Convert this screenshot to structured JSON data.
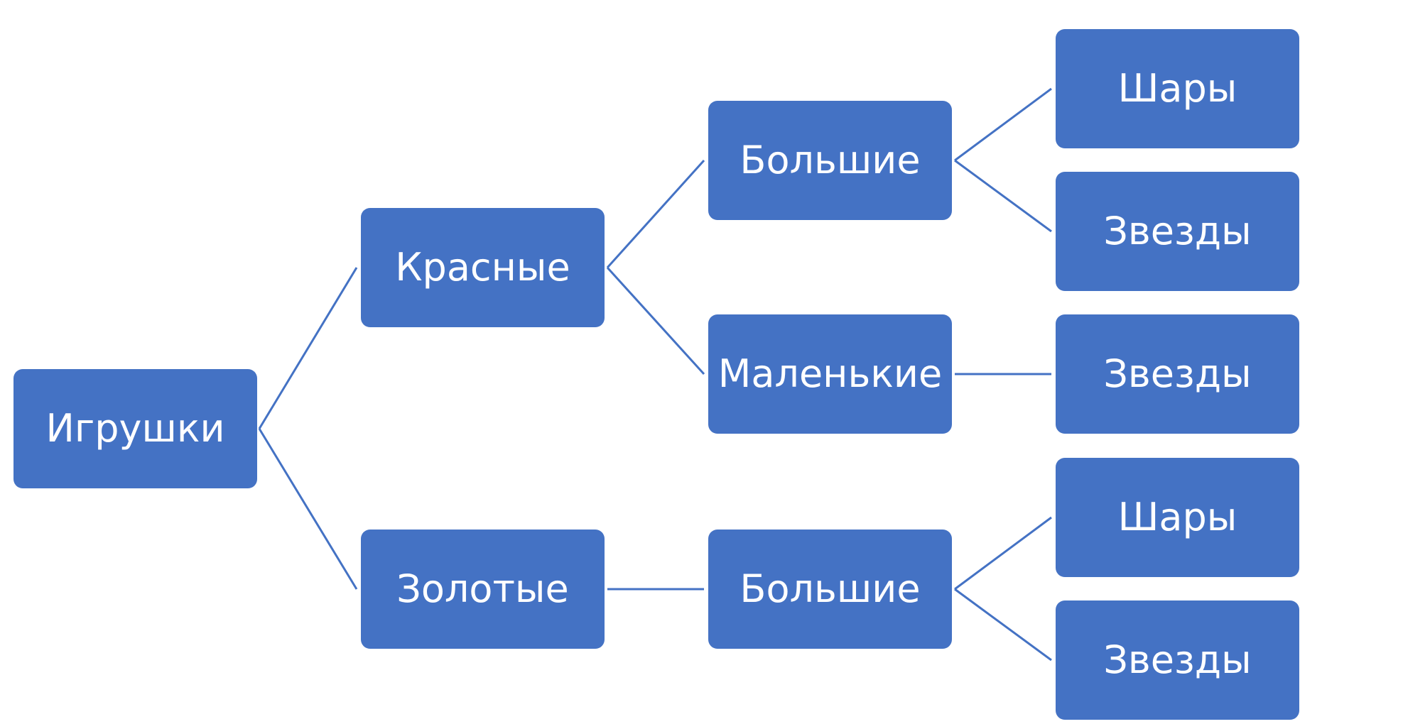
{
  "colors": {
    "node_fill": "#4472c4",
    "connector": "#4472c4",
    "label_text": "#ffffff"
  },
  "tree": {
    "root": {
      "label": "Игрушки"
    },
    "level1": [
      {
        "label": "Красные"
      },
      {
        "label": "Золотые"
      }
    ],
    "level2": [
      {
        "label": "Большие"
      },
      {
        "label": "Маленькие"
      },
      {
        "label": "Большие"
      }
    ],
    "level3": [
      {
        "label": "Шары"
      },
      {
        "label": "Звезды"
      },
      {
        "label": "Звезды"
      },
      {
        "label": "Шары"
      },
      {
        "label": "Звезды"
      }
    ]
  }
}
